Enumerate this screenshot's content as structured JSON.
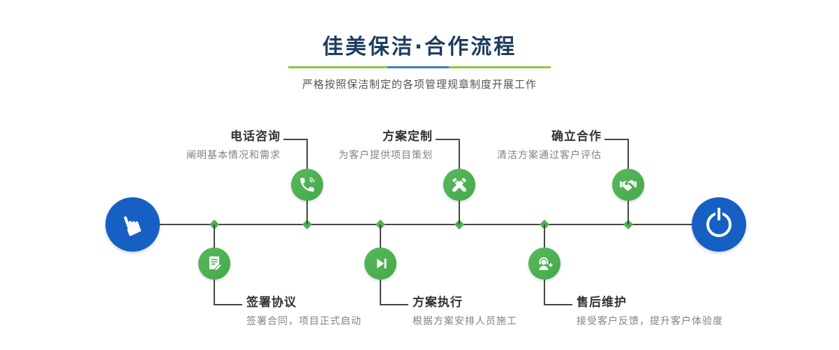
{
  "header": {
    "title": "佳美保洁·合作流程",
    "subtitle": "严格按照保洁制定的各项管理规章制度开展工作"
  },
  "timeline": {
    "start": {
      "icon": "hand-pointer-icon",
      "glyph": "☛"
    },
    "end": {
      "icon": "power-icon"
    },
    "steps_top": [
      {
        "title": "电话咨询",
        "desc": "阐明基本情况和需求",
        "icon": "phone-icon"
      },
      {
        "title": "方案定制",
        "desc": "为客户提供项目策划",
        "icon": "pen-design-icon"
      },
      {
        "title": "确立合作",
        "desc": "清洁方案通过客户评估",
        "icon": "handshake-icon"
      }
    ],
    "steps_bottom": [
      {
        "title": "签署协议",
        "desc": "签署合同，项目正式启动",
        "icon": "contract-sign-icon"
      },
      {
        "title": "方案执行",
        "desc": "根据方案安排人员施工",
        "icon": "play-icon"
      },
      {
        "title": "售后维护",
        "desc": "接受客户反馈，提升客户体验度",
        "icon": "headset-support-icon"
      }
    ]
  },
  "colors": {
    "title_navy": "#1c3d5f",
    "accent_green": "#4db152",
    "accent_blue": "#1660c3",
    "divider_green": "#8bc63e",
    "divider_blue": "#3f7ec2",
    "line_dark": "#454545"
  }
}
